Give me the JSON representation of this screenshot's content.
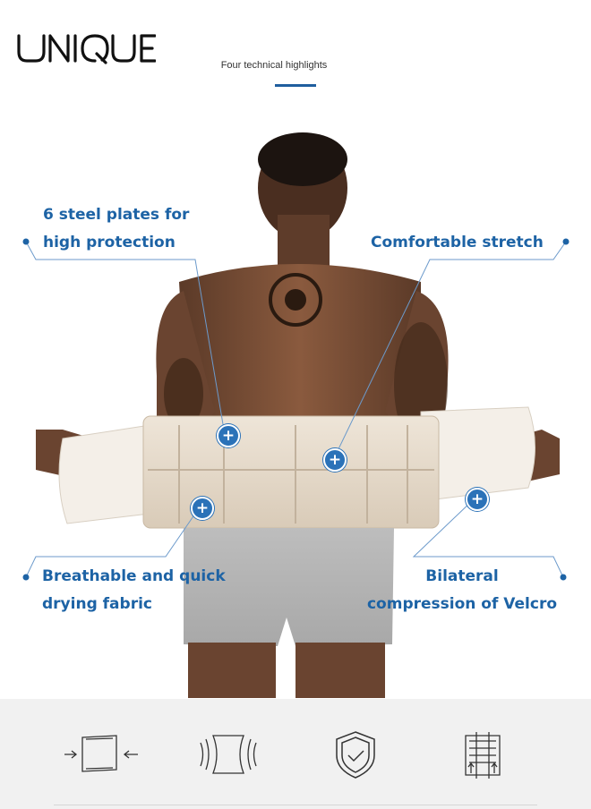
{
  "brand": {
    "logo_text": "UNIQUE"
  },
  "header": {
    "subtitle": "Four technical highlights"
  },
  "callouts": [
    {
      "lines": [
        "6 steel plates for",
        "high protection"
      ]
    },
    {
      "lines": [
        "Comfortable stretch"
      ]
    },
    {
      "lines": [
        "Breathable and quick",
        "drying fabric"
      ]
    },
    {
      "lines": [
        "Bilateral",
        "compression of Velcro"
      ]
    }
  ],
  "markers": {
    "symbol": "+"
  },
  "footer_icons": [
    "compression-arrows-icon",
    "stretch-fabric-icon",
    "shield-check-icon",
    "steel-plates-icon"
  ],
  "colors": {
    "accent": "#1d63a5",
    "marker": "#2b72b8",
    "footer_bg": "#f1f1f1"
  }
}
